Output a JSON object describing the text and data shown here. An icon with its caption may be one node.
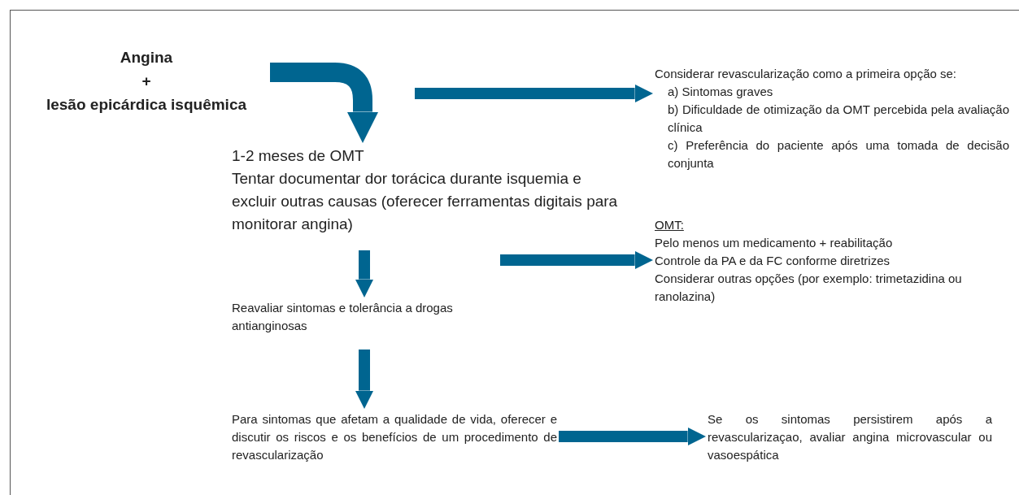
{
  "diagram": {
    "nodes": [
      {
        "text": [
          "Angina",
          "+",
          "lesão epicárdica isquêmica"
        ]
      },
      {
        "text": [
          "1-2 meses de OMT",
          "Tentar documentar dor torácica durante isquemia e excluir outras causas (oferecer ferramentas digitais para monitorar angina)"
        ]
      },
      {
        "text": [
          "Considerar revascularização como a primeira opção se:",
          "a) Sintomas graves",
          "b) Dificuldade de otimização da OMT percebida pela avaliação clínica",
          "c) Preferência do paciente após uma tomada de decisão conjunta"
        ]
      },
      {
        "text": [
          "OMT:",
          "Pelo menos um medicamento + reabilitação",
          "Controle da PA e da FC conforme diretrizes",
          "Considerar outras opções (por exemplo: trimetazidina ou ranolazina)"
        ]
      },
      {
        "text": [
          "Reavaliar sintomas e tolerância a drogas antianginosas"
        ]
      },
      {
        "text": [
          "Para sintomas que afetam a qualidade de vida, oferecer e discutir os riscos e os benefícios de um procedimento de revascularização"
        ]
      },
      {
        "text": [
          "Se os sintomas persistirem após a revascularizaçao, avaliar angina microvascular ou vasoespática"
        ]
      }
    ],
    "edges": [
      {
        "from": 0,
        "to": 1,
        "arrow": "to"
      },
      {
        "from": null,
        "to": 2,
        "arrow": "to"
      },
      {
        "from": null,
        "to": 3,
        "arrow": "to"
      },
      {
        "from": 1,
        "to": 4,
        "arrow": "to"
      },
      {
        "from": 4,
        "to": 5,
        "arrow": "to"
      },
      {
        "from": 5,
        "to": 6,
        "arrow": "to"
      }
    ]
  }
}
